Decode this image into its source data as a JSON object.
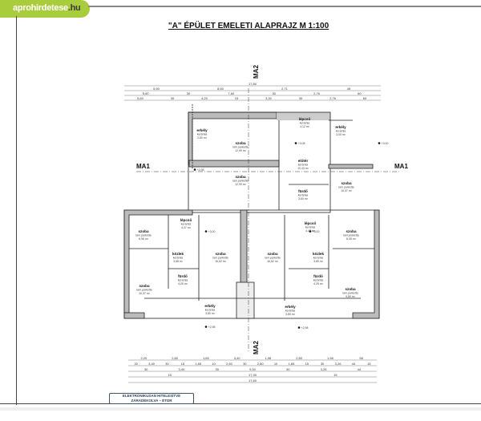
{
  "logo": {
    "text": "aprohirdetese",
    "suffix": ".hu"
  },
  "title": "\"A\" ÉPÜLET EMELETI ALAPRAJZ  M 1:100",
  "section_marks": {
    "horizontal_left": "MA1",
    "horizontal_right": "MA1",
    "vertical_top": "MA2",
    "vertical_bottom": "MA2"
  },
  "dimensions_top": [
    [
      "17,80"
    ],
    [
      "5,90",
      "8,50",
      "2,71",
      "49"
    ],
    [
      "5,60",
      "30",
      "7,60",
      "30",
      "2,76",
      "60"
    ],
    [
      "5,60",
      "30",
      "4,20",
      "15",
      "3,30",
      "30",
      "2,76",
      "60"
    ]
  ],
  "dimensions_bottom": [
    [
      "2,20",
      "2,80",
      "1,65",
      "3,40",
      "1,98",
      "2,80",
      "1,98",
      "58"
    ],
    [
      "20",
      "3,40",
      "30",
      "15",
      "1,65",
      "10",
      "2,60",
      "30",
      "2,80",
      "10",
      "1,65",
      "15",
      "30",
      "3,26",
      "44",
      "15"
    ],
    [
      "30",
      "3,40",
      "30",
      "9,30",
      "30",
      "3,26",
      "44"
    ],
    [
      "15",
      "17,30",
      "15"
    ],
    [
      "17,60"
    ]
  ],
  "rooms": [
    {
      "name": "erkély",
      "floor": "kerámia",
      "area": "2,60 m²"
    },
    {
      "name": "szoba",
      "floor": "lam.parketta",
      "area": "12,99 m²"
    },
    {
      "name": "lépcső",
      "floor": "kerámia",
      "area": "4,12 m²"
    },
    {
      "name": "erkély",
      "floor": "kerámia",
      "area": "3,00 m²"
    },
    {
      "name": "előtér",
      "floor": "kerámia",
      "area": "10,43 m²"
    },
    {
      "name": "szoba",
      "floor": "lam.parketta",
      "area": "12,99 m²"
    },
    {
      "name": "fürdő",
      "floor": "kerámia",
      "area": "3,60 m²"
    },
    {
      "name": "szoba",
      "floor": "lam.parketta",
      "area": "10,37 m²"
    },
    {
      "name": "szoba",
      "floor": "lam.parketta",
      "area": "6,96 m²"
    },
    {
      "name": "lépcső",
      "floor": "kerámia",
      "area": "4,47 m²"
    },
    {
      "name": "közlek",
      "floor": "kerámia",
      "area": "3,65 m²"
    },
    {
      "name": "fürdő",
      "floor": "kerámia",
      "area": "4,25 m²"
    },
    {
      "name": "szoba",
      "floor": "lam.parketta",
      "area": "10,37 m²"
    },
    {
      "name": "szoba",
      "floor": "lam.parketta",
      "area": "16,62 m²"
    },
    {
      "name": "szoba",
      "floor": "lam.parketta",
      "area": "16,62 m²"
    },
    {
      "name": "lépcső",
      "floor": "kerámia",
      "area": "4,47 m²"
    },
    {
      "name": "közlek",
      "floor": "kerámia",
      "area": "3,65 m²"
    },
    {
      "name": "fürdő",
      "floor": "kerámia",
      "area": "4,25 m²"
    },
    {
      "name": "szoba",
      "floor": "lam.parketta",
      "area": "8,45 m²"
    },
    {
      "name": "szoba",
      "floor": "lam.parketta",
      "area": "9,80 m²"
    },
    {
      "name": "erkély",
      "floor": "kerámia",
      "area": "3,80 m²"
    },
    {
      "name": "erkély",
      "floor": "kerámia",
      "area": "3,80 m²"
    }
  ],
  "level_marks": [
    "+2,98",
    "+3,08",
    "+3,90",
    "+3,00",
    "+3,00",
    "+2,98",
    "+2,98"
  ],
  "stamp": {
    "line1": "ELEKTRONIKUSAN HITELESÍTVE",
    "line2": "ZÁRADÉKOLVA – ÉTDR"
  }
}
